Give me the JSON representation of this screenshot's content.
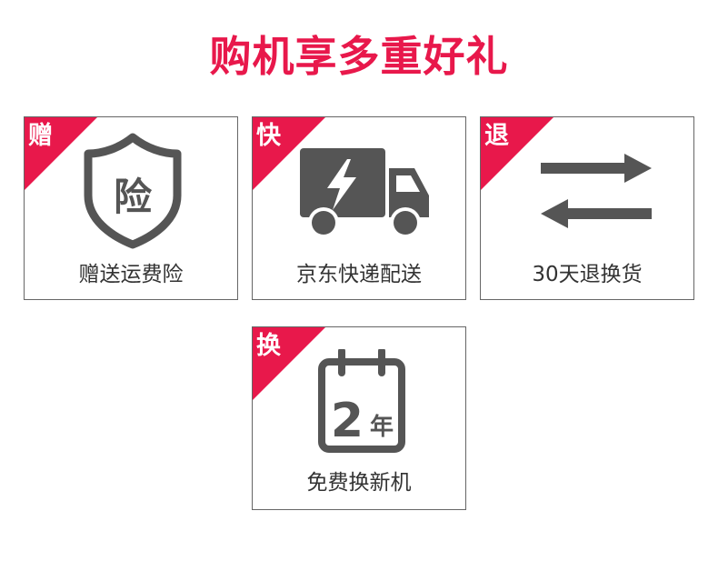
{
  "header": {
    "title": "购机享多重好礼"
  },
  "accent_color": "#e8184b",
  "icon_color": "#555555",
  "cards": [
    {
      "tag": "赠",
      "icon": "shield-insurance-icon",
      "icon_text": "险",
      "label": "赠送运费险"
    },
    {
      "tag": "快",
      "icon": "delivery-truck-icon",
      "label": "京东快递配送"
    },
    {
      "tag": "退",
      "icon": "exchange-arrows-icon",
      "label": "30天退换货"
    },
    {
      "tag": "换",
      "icon": "calendar-icon",
      "icon_text_number": "2",
      "icon_text_unit": "年",
      "label": "免费换新机"
    }
  ]
}
